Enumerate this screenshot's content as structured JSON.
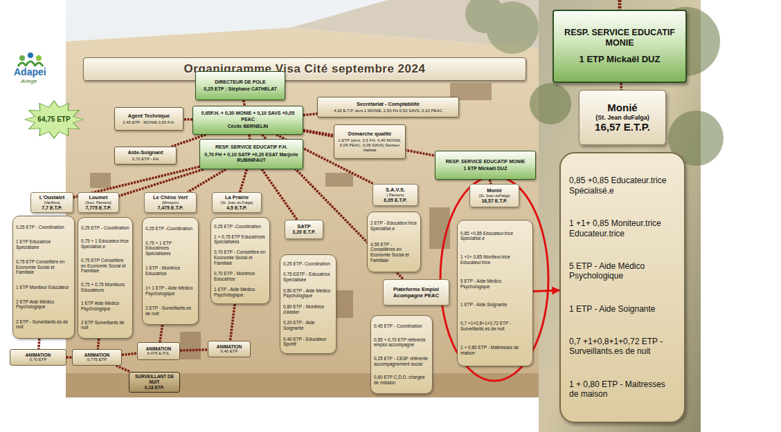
{
  "diagram": {
    "title": "Organigramme Visa Cité septembre 2024",
    "nodes": [
      {
        "text": [
          "64,75 ETP"
        ]
      },
      {
        "text": [
          "DIRECTEUR DE POLE",
          "0,25 ETP : Stéphane CATHELAT"
        ]
      },
      {
        "text": [
          "Agent Technique",
          "2,45 ETP : MONIE 0,65 F.H."
        ]
      },
      {
        "text": [
          "0,65F.H. + 0,30 MONIE + 0,10 SAVS +0,05 PEAC",
          "Cécile BERNELIN"
        ]
      },
      {
        "text": [
          "Secrétariat - Comptabilité",
          "4,20 E.T.P. dont 1 MONIE, 2,50 FH 0,50 SAVS, 0,10 PEAC"
        ]
      },
      {
        "text": [
          "Démarche qualité",
          "1 ETP (dont, 0,5 FH, 0,40 MONIE, 0,05 PEAC, 0,05 SAVS) Secteur Habitat"
        ]
      },
      {
        "text": [
          "Aide-Soignant",
          "0,70 ETP - FH"
        ]
      },
      {
        "text": [
          "RESP. SERVICE EDUCATIF F.H.",
          "0,70 FH + 0,10 SATP +0,20 ESAT Marjorie RUBINRAUT"
        ]
      },
      {
        "text": [
          "RESP. SERVICE EDUCATIF MONIE",
          "1 ETP Mickaël DUZ"
        ]
      },
      {
        "text": [
          "L'Oustalet",
          "(Varilhes)",
          "7,7 E.T.P."
        ]
      },
      {
        "text": [
          "0,25 ETP - Coordination",
          "1 ETP Educatrice Spécialisée",
          "0,75 ETP Conseillère en Economie Social et Familiale",
          "1 ETP Moniteur Educateur",
          "2 ETP Aide Médico Psychologique",
          "2 ETP - Surveillants.es de nuit"
        ]
      },
      {
        "text": [
          "Loumet",
          "(Sect. Pamiers)",
          "7,775 E.T.P."
        ]
      },
      {
        "text": [
          "0,25 ETP - Coordination",
          "0,75 + 1 Educateur.trice Spécialisé.e",
          "0,75 ETP Conseillère en Economie Social et Familiale",
          "0,75 + 0,75 Moniteurs Educateurs",
          "1 ETP Aide Médico Psychologique",
          "2 ETP Surveillants de nuit"
        ]
      },
      {
        "text": [
          "Le Chêne Vert",
          "(Mirepoix)",
          "7,475 E.T.P."
        ]
      },
      {
        "text": [
          "0,25 ETP -Coordination",
          "0,75 + 1 ETP Educatrices Spécialisées",
          "1 ETP - Monitrice Educatrice",
          "1+ 1 ETP - Aide Médico Psychologique",
          "2 ETP - Surveillants.es de nuit"
        ]
      },
      {
        "text": [
          "La Prairie",
          "(St. Jean du Falga)",
          "4,5 E.T.P."
        ]
      },
      {
        "text": [
          "0,25 ETP -Coordination",
          "1 + 0,75 ETP Educatrices Spécialisées",
          "0,70 ETP - Conseillère en Economie Social et Familiale",
          "0,70 ETP - Monitrice Educatrice",
          "1 ETP - Aide Médico Psychologique"
        ]
      },
      {
        "text": [
          "SATP",
          "3,20 E.T.P."
        ]
      },
      {
        "text": [
          "0,25 ETP- Coordination",
          "0,75 ESTP - Educatrice Spécialisée",
          "0,80 ETP - Aide Médico Psychologique",
          "0,80 ETP - Monitrice d'Atelier",
          "0,20 ETP - Aide Soignante",
          "0,40 ETP - Educateur Sportif"
        ]
      },
      {
        "text": [
          "S.A.V.S.",
          "( Pamiers)",
          "6,05 E.T.P."
        ]
      },
      {
        "text": [
          "2 ETP - Educateur.trice Spécialisé.e",
          "4,55 ETP - Conseillères en Economie Social et Familiale"
        ]
      },
      {
        "text": [
          "Plateforme Emploi Acompagné PEAC"
        ]
      },
      {
        "text": [
          "0,45 ETP - Coordination",
          "0,55 + 0,70 ETP référents emploi accompagné",
          "0,25 ETP - CESF référente accompagnement social",
          "0,60 ETP C.D.D. chargée de mission"
        ]
      },
      {
        "text": [
          "Monié",
          "(St. Jean duFalga)",
          "16,57 E.T.P."
        ]
      },
      {
        "text": [
          "0,85 +0,85 Educateur.trice Spécialisé.e",
          "1 +1+ 0,85 Moniteur.trice Educateur.trice",
          "5 ETP - Aide Médico Psychologique",
          "1 ETP - Aide Soignante",
          "0,7 +1+0,8+1+0,72 ETP - Surveillants.es de nuit",
          "1 + 0,80 ETP - Maitresses de maison"
        ]
      },
      {
        "text": [
          "ANIMATION",
          "0,70 ETP"
        ]
      },
      {
        "text": [
          "ANIMATION",
          "0,775 ETP"
        ]
      },
      {
        "text": [
          "ANIMATION",
          "0,475 E.P.S."
        ]
      },
      {
        "text": [
          "ANIMATION",
          "0,40 ETP"
        ]
      },
      {
        "text": [
          "SURVEILLANT DE NUIT",
          "0,18 ETP."
        ]
      },
      {
        "text": [
          "RESP. SERVICE EDUCATIF MONIE",
          "1 ETP Mickaël DUZ"
        ]
      },
      {
        "text": [
          "Monié",
          "(St. Jean duFalga)",
          "16,57 E.T.P."
        ]
      },
      {
        "text": [
          "0,85 +0,85 Educateur.trice Spécialisé.e",
          "1 +1+ 0,85 Moniteur.trice Educateur.trice",
          "5 ETP - Aide Médico Psychologique",
          "1 ETP - Aide Soignante",
          "0,7 +1+0,8+1+0,72 ETP - Surveillants.es de nuit",
          "1 + 0,80 ETP - Maitresses de maison"
        ]
      }
    ],
    "edges": [
      {
        "from": 1,
        "to": 3,
        "arrow": "none"
      },
      {
        "from": 3,
        "to": 2,
        "arrow": "none"
      },
      {
        "from": 3,
        "to": 6,
        "arrow": "none"
      },
      {
        "from": 3,
        "to": 4,
        "arrow": "none"
      },
      {
        "from": 3,
        "to": 5,
        "arrow": "none"
      },
      {
        "from": 3,
        "to": 7,
        "arrow": "none"
      },
      {
        "from": 3,
        "to": 8,
        "arrow": "none"
      },
      {
        "from": 3,
        "to": 19,
        "arrow": "none"
      },
      {
        "from": 3,
        "to": 21,
        "arrow": "none"
      },
      {
        "from": 7,
        "to": 9,
        "arrow": "none"
      },
      {
        "from": 7,
        "to": 11,
        "arrow": "none"
      },
      {
        "from": 7,
        "to": 13,
        "arrow": "none"
      },
      {
        "from": 7,
        "to": 15,
        "arrow": "none"
      },
      {
        "from": 7,
        "to": 17,
        "arrow": "none"
      },
      {
        "from": 8,
        "to": 23,
        "arrow": "none"
      },
      {
        "from": 10,
        "to": 25,
        "arrow": "none"
      },
      {
        "from": 12,
        "to": 26,
        "arrow": "none"
      },
      {
        "from": 14,
        "to": 27,
        "arrow": "none"
      },
      {
        "from": 16,
        "to": 28,
        "arrow": "none"
      },
      {
        "from": 25,
        "to": 26,
        "arrow": "none"
      },
      {
        "from": 26,
        "to": 27,
        "arrow": "none"
      },
      {
        "from": 27,
        "to": 28,
        "arrow": "none"
      },
      {
        "from": 26,
        "to": 29,
        "arrow": "none"
      },
      {
        "from": 30,
        "to": 31,
        "arrow": "none"
      },
      {
        "from": 24,
        "to": 32,
        "arrow": "to"
      }
    ],
    "labels": [
      "Adapei",
      "Ariège"
    ]
  }
}
